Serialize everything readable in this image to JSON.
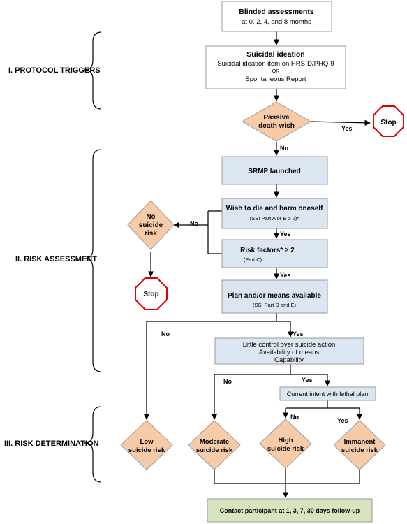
{
  "sections": {
    "protocol_triggers": "I. PROTOCOL TRIGGERS",
    "risk_assessment": "II.  RISK ASSESSMENT",
    "risk_determination": "III. RISK DETERMINATION"
  },
  "nodes": {
    "blinded": {
      "title": "Blinded assessments",
      "sub": "at 0, 2, 4, and 8 months"
    },
    "ideation": {
      "title": "Suicidal ideation",
      "line1": "Suicidal ideation item on HRS-D/PHQ-9",
      "or": "OR",
      "line2": "Spontaneous Report"
    },
    "passive": {
      "line1": "Passive",
      "line2": "death wish"
    },
    "stop1": "Stop",
    "srmp": "SRMP launched",
    "wish": {
      "title": "Wish to die and harm oneself",
      "sub": "(SSI Part A or B ≥ 2)*"
    },
    "no_risk": {
      "line1": "No",
      "line2": "suicide",
      "line3": "risk"
    },
    "stop2": "Stop",
    "risk_factors": {
      "title": "Risk factors*  ≥ 2",
      "sub": "(Part C)"
    },
    "plan": {
      "title": "Plan and/or means available",
      "sub": "(SSI Part D and E)"
    },
    "control": {
      "line1": "Little control over suicide action",
      "line2": "Availability of means",
      "line3": "Capability"
    },
    "intent": "Current intent with lethal plan",
    "low": {
      "line1": "Low",
      "line2": "suicide risk"
    },
    "moderate": {
      "line1": "Moderate",
      "line2": "suicide risk"
    },
    "high": {
      "line1": "High",
      "line2": "suicide risk"
    },
    "immanent": {
      "line1": "Immanent",
      "line2": "suicide risk"
    },
    "contact": "Contact participant at 1, 3, 7, 30 days follow-up"
  },
  "edge_labels": {
    "passive_yes": "Yes",
    "passive_no": "No",
    "wish_no": "No",
    "wish_yes": "Yes",
    "rf_yes": "Yes",
    "plan_no": "No",
    "plan_yes": "Yes",
    "control_no": "No",
    "control_yes": "Yes",
    "intent_no": "No",
    "intent_yes": "Yes"
  },
  "colors": {
    "blue_box": "#dce6f2",
    "diamond": "#f8cba8",
    "green_box": "#d7e4bd",
    "stop_red": "#e00000"
  }
}
